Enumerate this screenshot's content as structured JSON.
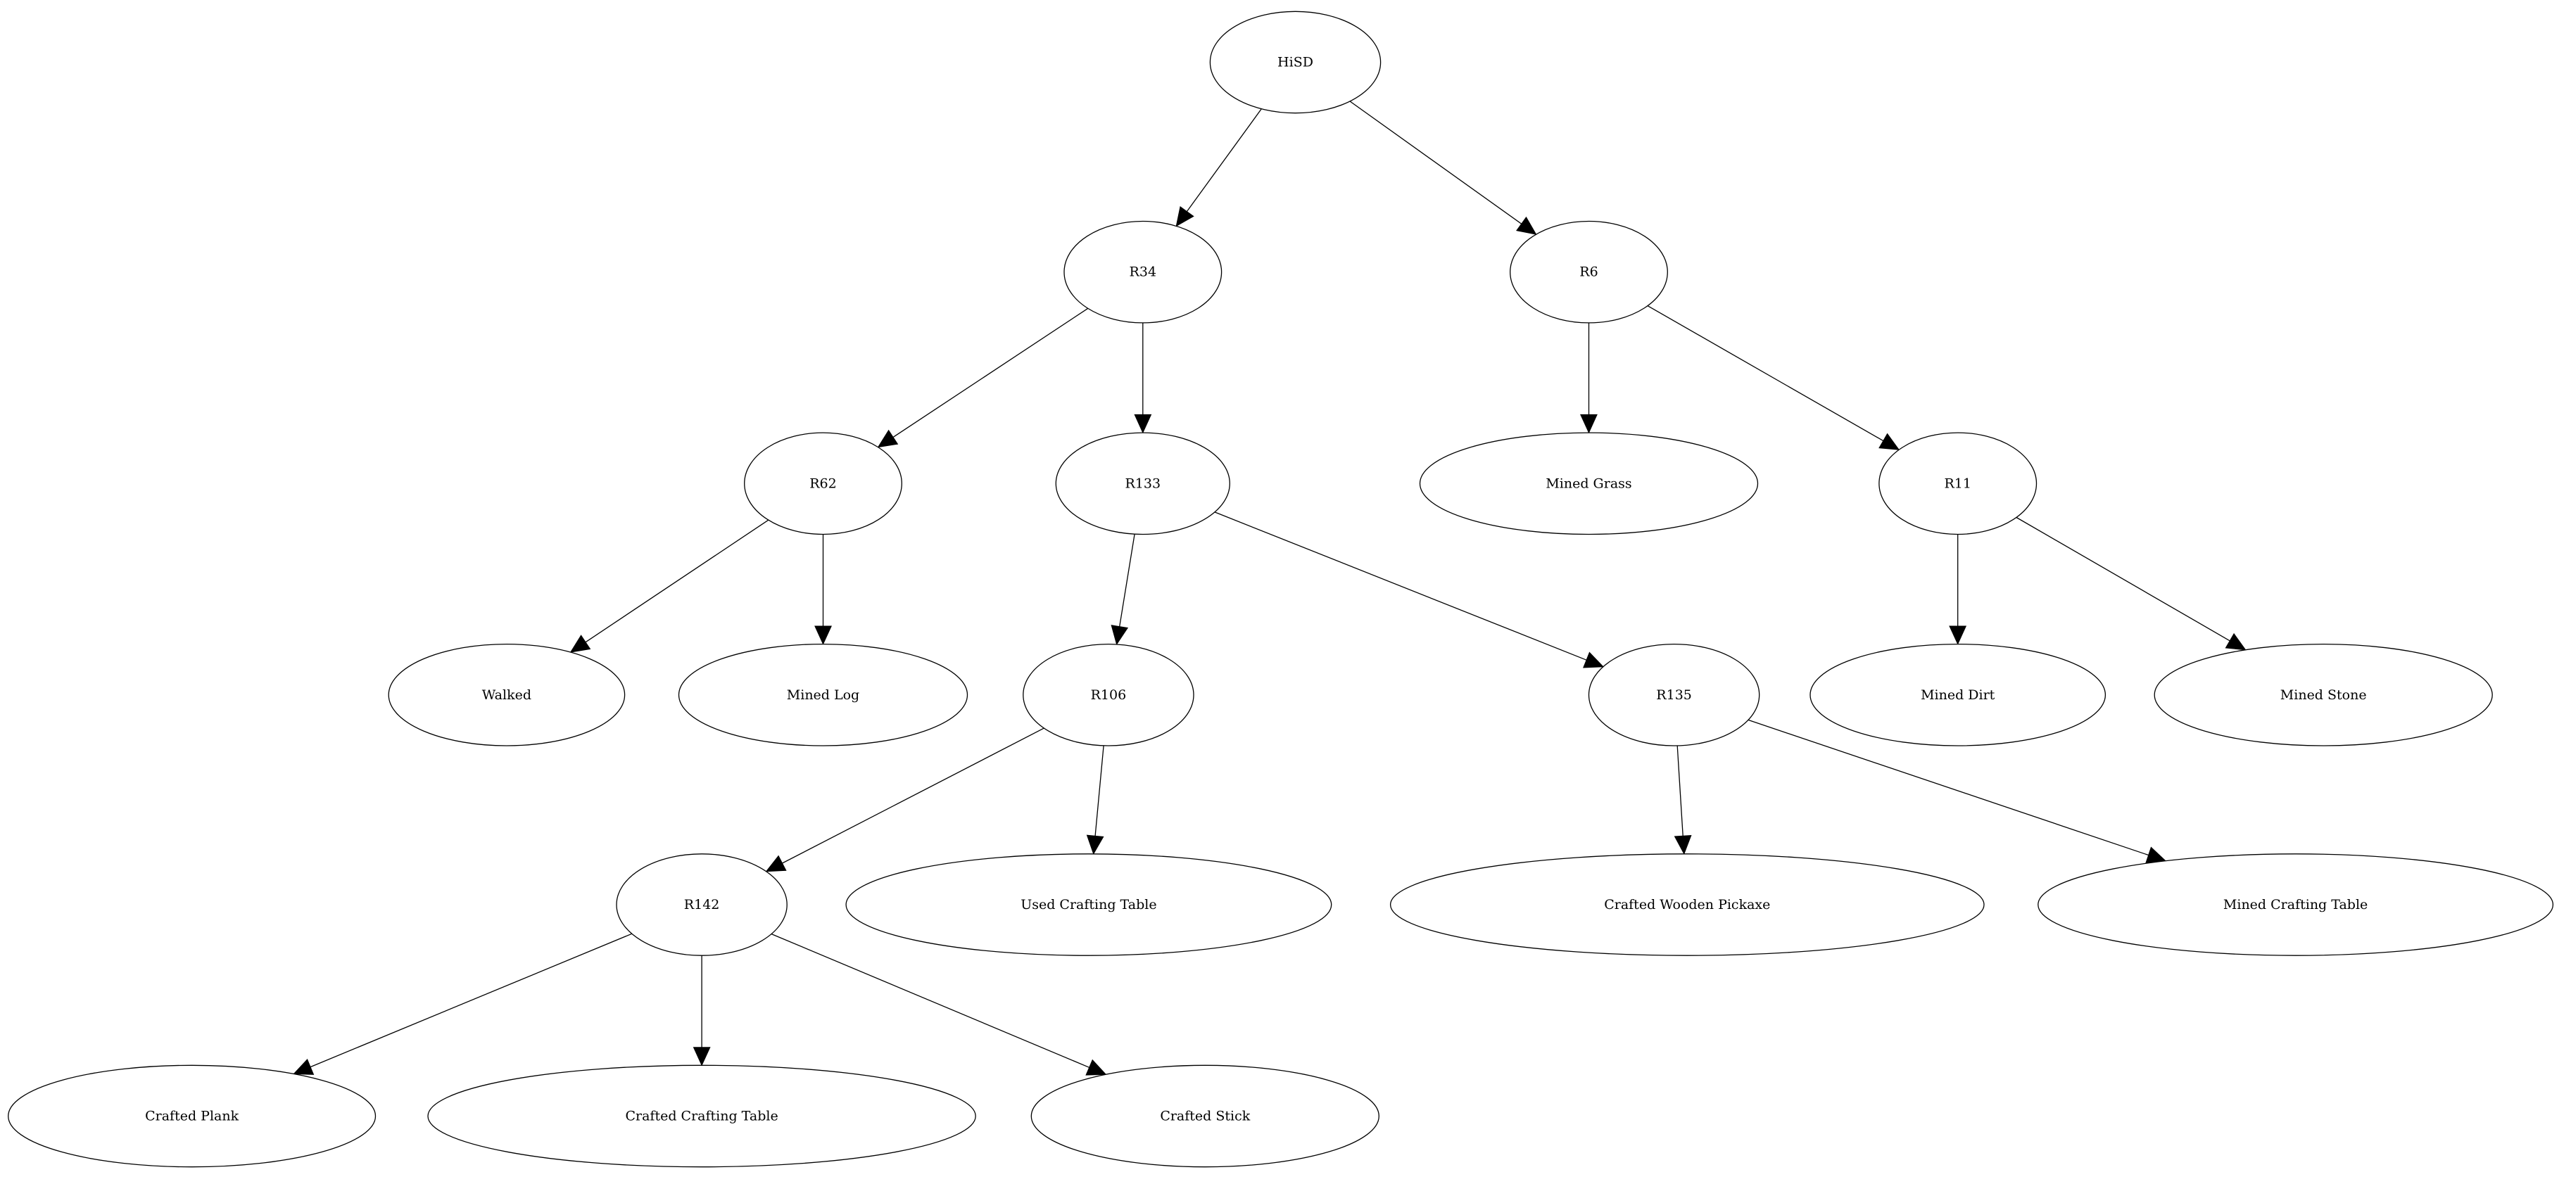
{
  "diagram": {
    "nodes": [
      {
        "id": "hisd",
        "label": "HiSD"
      },
      {
        "id": "r34",
        "label": "R34"
      },
      {
        "id": "r6",
        "label": "R6"
      },
      {
        "id": "r62",
        "label": "R62"
      },
      {
        "id": "r133",
        "label": "R133"
      },
      {
        "id": "mined_grass",
        "label": "Mined Grass"
      },
      {
        "id": "r11",
        "label": "R11"
      },
      {
        "id": "walked",
        "label": "Walked"
      },
      {
        "id": "mined_log",
        "label": "Mined Log"
      },
      {
        "id": "r106",
        "label": "R106"
      },
      {
        "id": "r135",
        "label": "R135"
      },
      {
        "id": "mined_dirt",
        "label": "Mined Dirt"
      },
      {
        "id": "mined_stone",
        "label": "Mined Stone"
      },
      {
        "id": "r142",
        "label": "R142"
      },
      {
        "id": "used_crafting_table",
        "label": "Used Crafting Table"
      },
      {
        "id": "crafted_wooden_pickaxe",
        "label": "Crafted Wooden Pickaxe"
      },
      {
        "id": "mined_crafting_table",
        "label": "Mined Crafting Table"
      },
      {
        "id": "crafted_plank",
        "label": "Crafted Plank"
      },
      {
        "id": "crafted_crafting_table",
        "label": "Crafted Crafting Table"
      },
      {
        "id": "crafted_stick",
        "label": "Crafted Stick"
      }
    ],
    "edges": [
      {
        "from": "hisd",
        "to": "r34"
      },
      {
        "from": "hisd",
        "to": "r6"
      },
      {
        "from": "r34",
        "to": "r62"
      },
      {
        "from": "r34",
        "to": "r133"
      },
      {
        "from": "r6",
        "to": "mined_grass"
      },
      {
        "from": "r6",
        "to": "r11"
      },
      {
        "from": "r62",
        "to": "walked"
      },
      {
        "from": "r62",
        "to": "mined_log"
      },
      {
        "from": "r133",
        "to": "r106"
      },
      {
        "from": "r133",
        "to": "r135"
      },
      {
        "from": "r11",
        "to": "mined_dirt"
      },
      {
        "from": "r11",
        "to": "mined_stone"
      },
      {
        "from": "r106",
        "to": "r142"
      },
      {
        "from": "r106",
        "to": "used_crafting_table"
      },
      {
        "from": "r135",
        "to": "crafted_wooden_pickaxe"
      },
      {
        "from": "r135",
        "to": "mined_crafting_table"
      },
      {
        "from": "r142",
        "to": "crafted_plank"
      },
      {
        "from": "r142",
        "to": "crafted_crafting_table"
      },
      {
        "from": "r142",
        "to": "crafted_stick"
      }
    ]
  }
}
